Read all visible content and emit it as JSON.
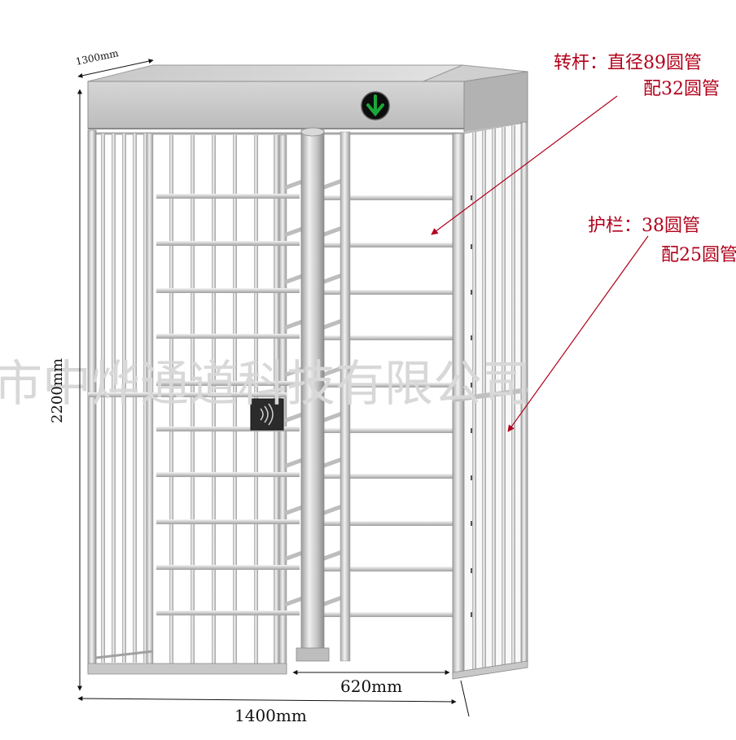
{
  "dimensions": {
    "top_depth": "1300mm",
    "height": "2200mm",
    "gate_width": "620mm",
    "total_width": "1400mm"
  },
  "annotations": {
    "rotor": {
      "line1": "转杆：直径89圆管",
      "line2": "配32圆管"
    },
    "fence": {
      "line1": "护栏：38圆管",
      "line2": "配25圆管"
    }
  },
  "watermark": "市中烨通道科技有限公司",
  "colors": {
    "annotation": "#b1001a",
    "arrow_light": "#1aa83a",
    "metal_light": "#dcdcdc",
    "metal_dark": "#9a9a9a",
    "reader": "#2b2b2b"
  },
  "icons": {
    "indicator": "green-down-arrow-icon",
    "card_reader": "card-reader-wave-icon"
  }
}
